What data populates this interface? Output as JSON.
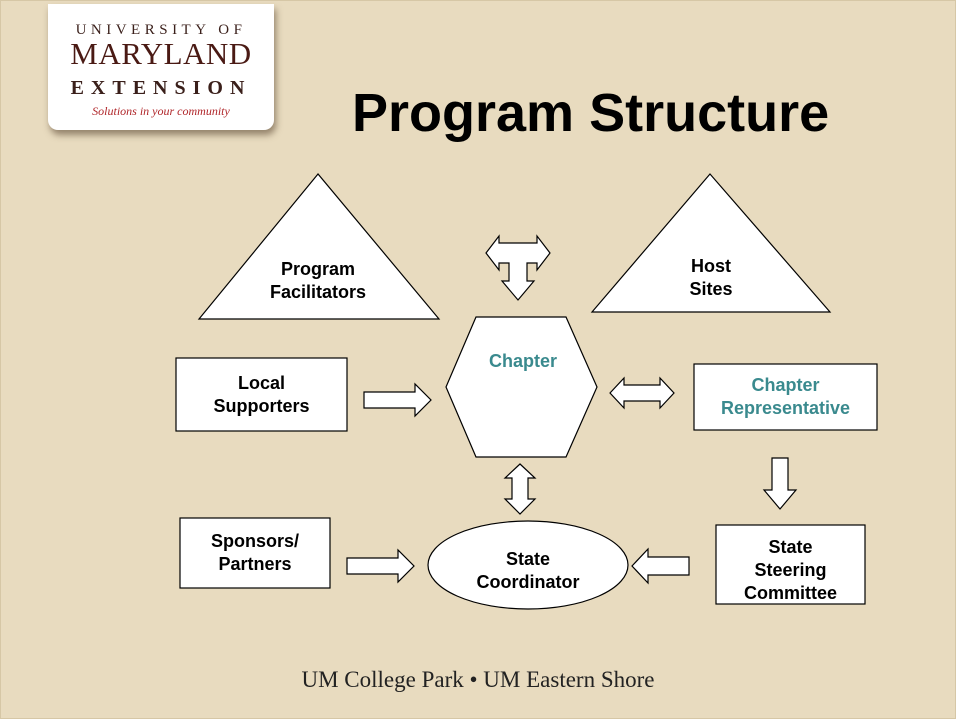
{
  "logo": {
    "line1": "UNIVERSITY OF",
    "line2": "MARYLAND",
    "line3": "EXTENSION",
    "tagline": "Solutions in your community"
  },
  "title": "Program Structure",
  "nodes": {
    "program_facilitators": "Program\nFacilitators",
    "host_sites": "Host\nSites",
    "chapter": "Chapter",
    "local_supporters": "Local\nSupporters",
    "chapter_representative": "Chapter\nRepresentative",
    "sponsors_partners": "Sponsors/\nPartners",
    "state_coordinator": "State\nCoordinator",
    "state_steering_committee": "State\nSteering\nCommittee"
  },
  "colors": {
    "background": "#e8dbbf",
    "accent_teal": "#3a8a8e",
    "logo_red": "#b0262a"
  },
  "footer": "UM College Park • UM Eastern Shore"
}
